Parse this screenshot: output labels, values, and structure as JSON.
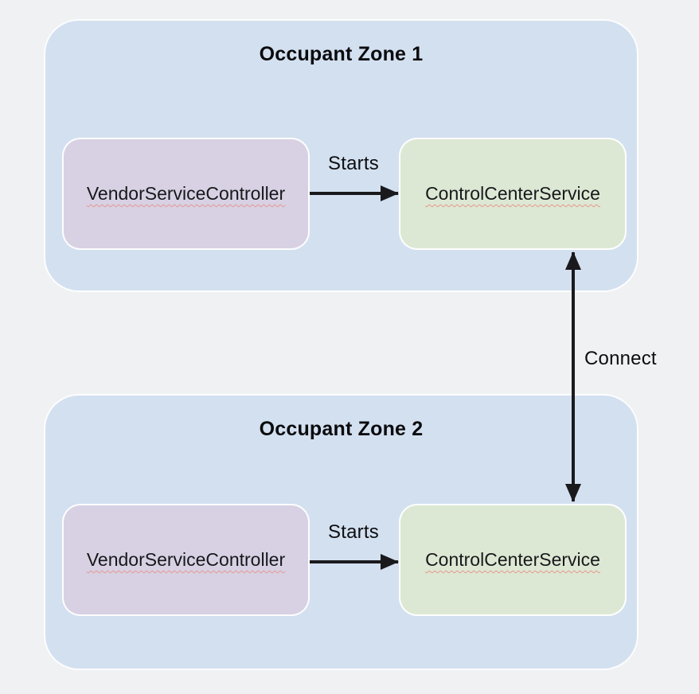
{
  "diagram": {
    "connect_label": "Connect",
    "zones": [
      {
        "title": "Occupant Zone 1",
        "edge_label": "Starts",
        "nodes": [
          {
            "label": "VendorServiceController"
          },
          {
            "label": "ControlCenterService"
          }
        ]
      },
      {
        "title": "Occupant Zone 2",
        "edge_label": "Starts",
        "nodes": [
          {
            "label": "VendorServiceController"
          },
          {
            "label": "ControlCenterService"
          }
        ]
      }
    ]
  },
  "colors": {
    "page_background": "#f0f1f3",
    "zone_fill": "#d3e0f0",
    "vendor_node_fill": "#d7d1e3",
    "control_node_fill": "#dce8d4",
    "node_border": "#ffffff",
    "arrow": "#1a1a1c",
    "text": "#0e0e10",
    "spellcheck_squiggle": "#e8968f"
  }
}
